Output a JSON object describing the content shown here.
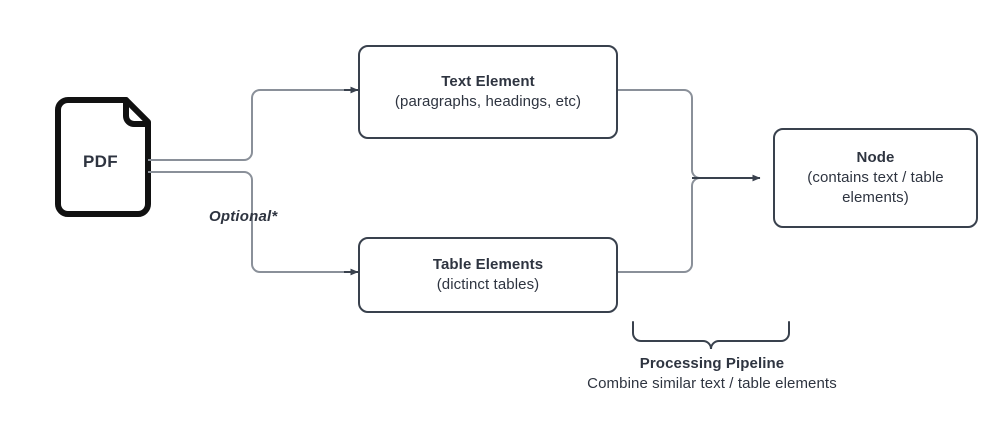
{
  "diagram": {
    "title": "PDF processing pipeline flowchart",
    "colors": {
      "stroke_dark": "#39414d",
      "stroke_light": "#8a9099",
      "icon_stroke": "#111111",
      "text": "#2e3440",
      "background": "#ffffff"
    },
    "source": {
      "icon": "pdf-document-icon",
      "label": "PDF"
    },
    "nodes": [
      {
        "id": "text-element",
        "title": "Text Element",
        "subtitle": "(paragraphs, headings, etc)"
      },
      {
        "id": "table-elements",
        "title": "Table Elements",
        "subtitle": "(dictinct tables)"
      },
      {
        "id": "node",
        "title": "Node",
        "subtitle": "(contains text / table elements)"
      }
    ],
    "annotations": {
      "optional": "Optional*",
      "pipeline_title": "Processing Pipeline",
      "pipeline_subtitle": "Combine similar text / table elements"
    }
  }
}
